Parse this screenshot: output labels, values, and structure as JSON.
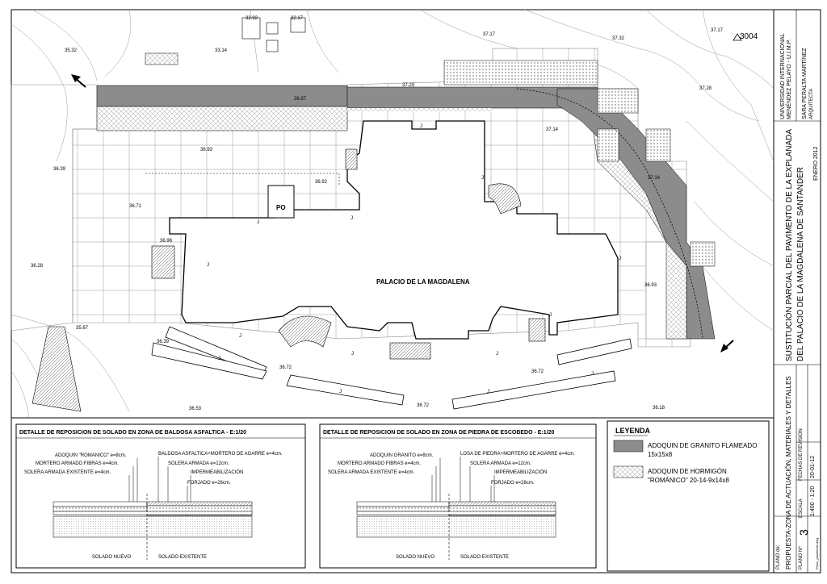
{
  "plan": {
    "palace_name": "PALACIO DE LA MAGDALENA",
    "po_label": "PO",
    "garden_label": "J",
    "survey_point": "3004",
    "elevations": [
      {
        "id": "e1",
        "text": "32.92"
      },
      {
        "id": "e2",
        "text": "32.17"
      },
      {
        "id": "e3",
        "text": "37.17"
      },
      {
        "id": "e4",
        "text": "37.32"
      },
      {
        "id": "e5",
        "text": "37.17"
      },
      {
        "id": "e6",
        "text": "35.32"
      },
      {
        "id": "e7",
        "text": "33.14"
      },
      {
        "id": "e8",
        "text": "37.20"
      },
      {
        "id": "e9",
        "text": "37.28"
      },
      {
        "id": "e10",
        "text": "36.87"
      },
      {
        "id": "e11",
        "text": "36.93"
      },
      {
        "id": "e12",
        "text": "37.14"
      },
      {
        "id": "e13",
        "text": "36.39"
      },
      {
        "id": "e14",
        "text": "36.92"
      },
      {
        "id": "e15",
        "text": "37.14"
      },
      {
        "id": "e16",
        "text": "36.71"
      },
      {
        "id": "e17",
        "text": "36.96"
      },
      {
        "id": "e18",
        "text": "36.28"
      },
      {
        "id": "e19",
        "text": "36.93"
      },
      {
        "id": "e20",
        "text": "35.67"
      },
      {
        "id": "e21",
        "text": "36.39"
      },
      {
        "id": "e22",
        "text": "36.72"
      },
      {
        "id": "e23",
        "text": "36.72"
      },
      {
        "id": "e24",
        "text": "36.53"
      },
      {
        "id": "e25",
        "text": "36.72"
      },
      {
        "id": "e26",
        "text": "36.18"
      }
    ]
  },
  "detail_left": {
    "title": "DETALLE DE REPOSICION DE SOLADO EN ZONA DE BALDOSA ASFALTICA - E:1/20",
    "c1": "ADOQUIN \"ROMANICO\" e=8cm.",
    "c2": "MORTERO ARMADO FIBRAS e=4cm.",
    "c3": "SOLERA ARMADA EXISTENTE e=4cm.",
    "c4": "BALDOSA ASFALTICA+MORTERO DE AGARRE e=4cm.",
    "c5": "SOLERA ARMADA e=12cm.",
    "c6": "IMPERMEABILIZACIÓN",
    "c7": "FORJADO e=28cm.",
    "new_label": "SOLADO NUEVO",
    "existing_label": "SOLADO EXISTENTE"
  },
  "detail_right": {
    "title": "DETALLE DE REPOSICION DE SOLADO EN ZONA DE PIEDRA DE ESCOBEDO - E:1/20",
    "c1": "ADOQUIN GRANITO e=8cm.",
    "c2": "MORTERO ARMADO FIBRAS e=4cm.",
    "c3": "SOLERA ARMADA EXISTENTE e=4cm.",
    "c4": "LOSA DE PIEDRA+MORTERO DE AGARRE e=4cm.",
    "c5": "SOLERA ARMADA e=12cm.",
    "c6": "IMPERMEABILIZACIÓN",
    "c7": "FORJADO e=28cm.",
    "new_label": "SOLADO NUEVO",
    "existing_label": "SOLADO EXISTENTE"
  },
  "legend": {
    "title": "LEYENDA",
    "item1_line1": "ADOQUIN DE GRANITO FLAMEADO",
    "item1_line2": "15x15x8",
    "item2_line1": "ADOQUIN DE HORMIGÓN",
    "item2_line2": "\"ROMÁNICO\" 20-14-9x14x8"
  },
  "title_block": {
    "university_line1": "UNIVERSIDAD INTERNACIONAL",
    "university_line2": "MENÉNDEZ PELAYO - U.I.M.P.",
    "architect_name": "SARA PERALTA MARTÍNEZ",
    "architect_role": "ARQUITECTA",
    "date": "ENERO 2012",
    "project_line1": "SUSTITUCIÓN PARCIAL DEL PAVIMENTO DE LA EXPLANADA",
    "project_line2": "DEL PALACIO DE LA MAGDALENA DE SANTANDER",
    "plan_label": "PLANO de:",
    "plan_title_line1": "PROPUESTA-ZONA DE ACTUACIÓN, MATERIALES Y DETALLES",
    "plan_number_label": "PLANO Nº",
    "plan_number": "3",
    "scale_label": "ESCALA",
    "scale": "1:400 - 1:20",
    "revision_label": "FECHAS DE REVISION",
    "revision_date": "20-01-12",
    "file_name": "Plano_pavimento.dwg"
  },
  "colors": {
    "granite": "#8c8c8c",
    "concrete_hatch": "#bdbdbd",
    "line": "#000000"
  }
}
